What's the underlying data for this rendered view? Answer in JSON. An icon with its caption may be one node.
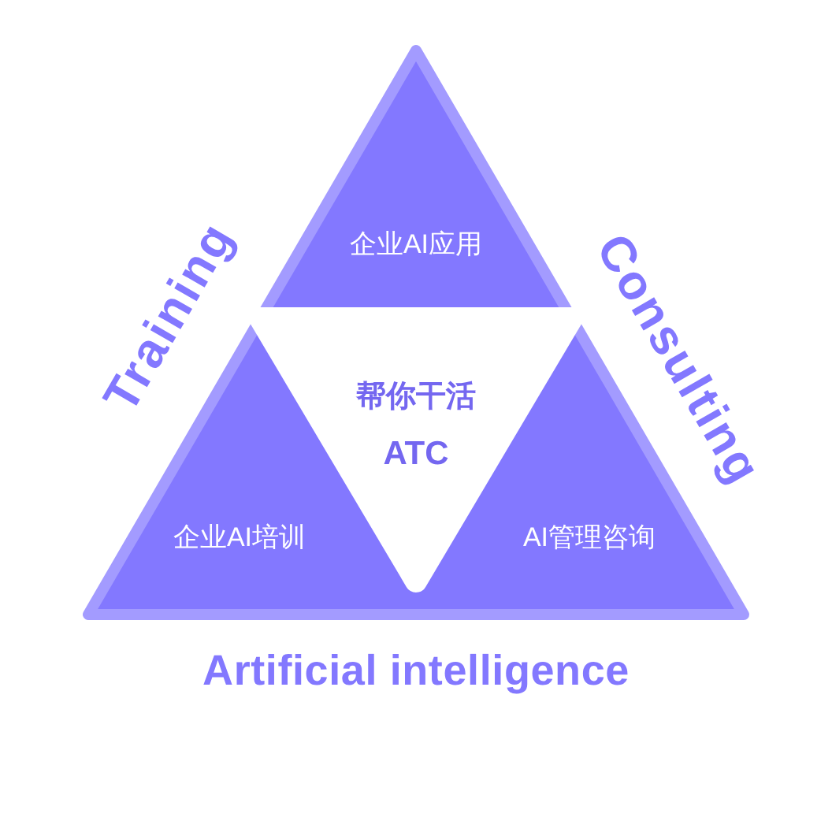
{
  "diagram": {
    "nodes": [
      {
        "text": [
          "企业AI应用",
          "企业AI培训",
          "AI管理咨询"
        ]
      },
      {
        "text": [
          "帮你干活",
          "ATC"
        ],
        "in": 0
      }
    ],
    "labels": [
      "Training",
      "Consulting",
      "Artificial intelligence"
    ]
  }
}
